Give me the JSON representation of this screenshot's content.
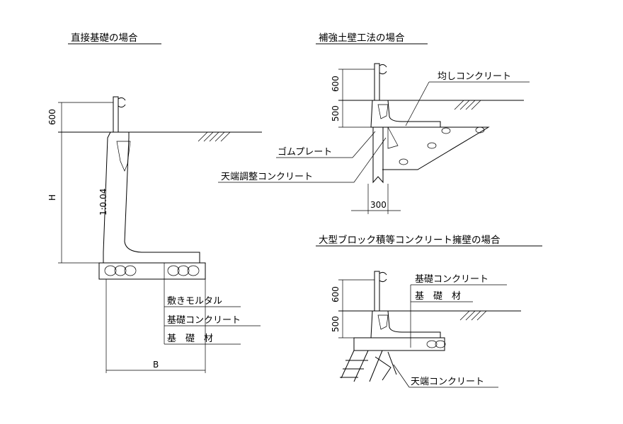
{
  "left_section": {
    "title": "直接基礎の場合",
    "dim_600": "600",
    "dim_h": "H",
    "dim_b": "B",
    "slope": "1:0.04",
    "labels": [
      "敷きモルタル",
      "基礎コンクリート",
      "基　礎　材"
    ]
  },
  "top_right_section": {
    "title": "補強土壁工法の場合",
    "dim_600": "600",
    "dim_500": "500",
    "dim_300": "300",
    "labels": {
      "leveling": "均しコンクリート",
      "rubber_plate": "ゴムプレート",
      "top_adjust": "天端調整コンクリート"
    }
  },
  "bottom_right_section": {
    "title": "大型ブロック積等コンクリート擁壁の場合",
    "dim_600": "600",
    "dim_500": "500",
    "labels": {
      "foundation_concrete": "基礎コンクリート",
      "foundation_material": "基　礎　材",
      "crest_concrete": "天端コンクリート"
    }
  }
}
